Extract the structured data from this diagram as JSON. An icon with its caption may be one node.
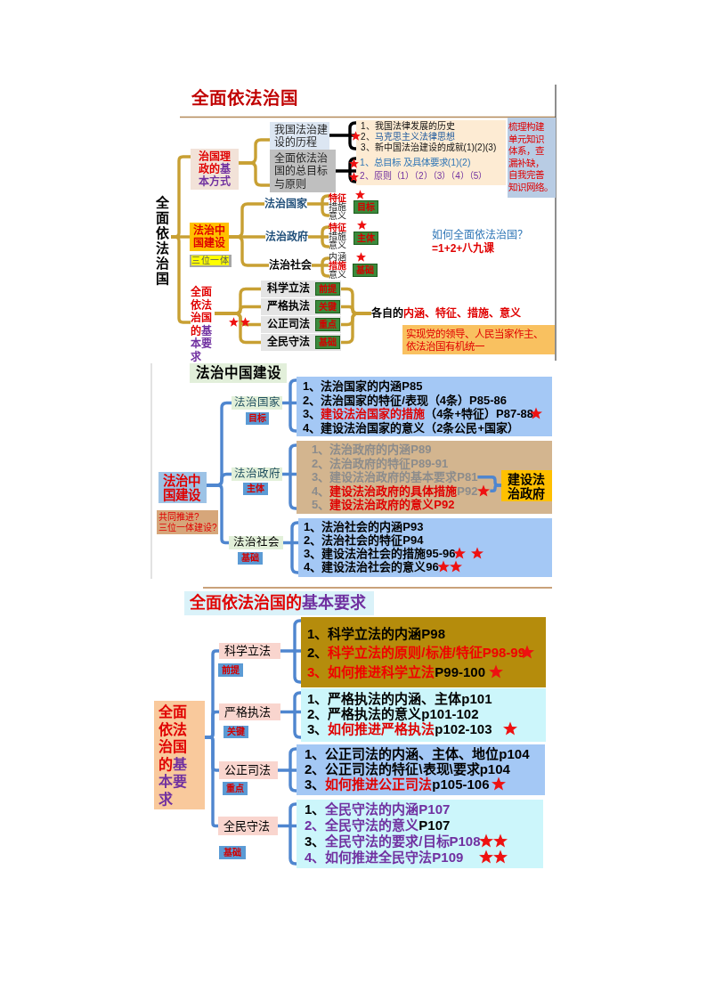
{
  "diagram": {
    "title": "全面依法治国",
    "nodes": [
      {
        "text": [
          "全面依法治国"
        ]
      },
      {
        "text": [
          "治国理政的基本方式"
        ]
      },
      {
        "text": [
          "我国法治建设的历程"
        ]
      },
      {
        "text": [
          "1、我国法律发展的历史",
          "2、马克思主义法律思想",
          "3、新中国法治建设的成就(1)(2)(3)"
        ]
      },
      {
        "text": [
          "全面依法治国的总目标与原则"
        ]
      },
      {
        "text": [
          "1、总目标 及具体要求(1)(2)",
          "2、原则（1）（2）（3）（4）（5）"
        ]
      },
      {
        "text": [
          "梳理构建单元知识体系，查漏补缺，自我完善知识网络。"
        ]
      },
      {
        "text": [
          "法治中国建设"
        ]
      },
      {
        "text": [
          "三位一体"
        ]
      },
      {
        "text": [
          "法治国家"
        ]
      },
      {
        "text": [
          "特征",
          "措施",
          "意义"
        ]
      },
      {
        "text": [
          "目标"
        ]
      },
      {
        "text": [
          "法治政府"
        ]
      },
      {
        "text": [
          "特征",
          "措施",
          "意义"
        ]
      },
      {
        "text": [
          "主体"
        ]
      },
      {
        "text": [
          "法治社会"
        ]
      },
      {
        "text": [
          "内涵",
          "措施",
          "意义"
        ]
      },
      {
        "text": [
          "基础"
        ]
      },
      {
        "text": [
          "全面依法治国的基本要求"
        ]
      },
      {
        "text": [
          "科学立法"
        ]
      },
      {
        "text": [
          "前提"
        ],
        "in": 19
      },
      {
        "text": [
          "严格执法"
        ]
      },
      {
        "text": [
          "关键"
        ],
        "in": 21
      },
      {
        "text": [
          "公正司法"
        ]
      },
      {
        "text": [
          "重点"
        ],
        "in": 23
      },
      {
        "text": [
          "全民守法"
        ]
      },
      {
        "text": [
          "基础"
        ],
        "in": 25
      },
      {
        "text": [
          "各自的内涵、特征、措施、意义"
        ]
      },
      {
        "text": [
          "实现党的领导、人民当家作主、依法治国有机统一"
        ]
      },
      {
        "text": [
          "法治中国建设"
        ]
      },
      {
        "text": [
          "法治中国建设"
        ]
      },
      {
        "text": [
          "共同推进?三位一体建设?"
        ]
      },
      {
        "text": [
          "法治国家"
        ]
      },
      {
        "text": [
          "目标"
        ]
      },
      {
        "text": [
          "1、法治国家的内涵P85",
          "2、法治国家的特征/表现（4条）P85-86",
          "3、建设法治国家的措施（4条+特征）P87-88",
          "4、建设法治国家的意义（2条公民+国家）"
        ]
      },
      {
        "text": [
          "法治政府"
        ]
      },
      {
        "text": [
          "主体"
        ]
      },
      {
        "text": [],
        "shape": "box"
      },
      {
        "text": [
          "1、法治政府的内涵P89"
        ],
        "in": 37
      },
      {
        "text": [
          "2、法治政府的特征P89-91"
        ],
        "in": 37
      },
      {
        "text": [
          "3、建设法治政府的基本要求P81"
        ],
        "in": 37
      },
      {
        "text": [
          "4、建设法治政府的具体措施P92"
        ],
        "in": 37
      },
      {
        "text": [
          "5、建设法治政府的意义P92"
        ],
        "in": 37
      },
      {
        "text": [
          "建设法治政府"
        ],
        "in": 37
      },
      {
        "text": [
          "法治社会"
        ]
      },
      {
        "text": [
          "基础"
        ]
      },
      {
        "text": [
          "1、法治社会的内涵P93",
          "2、法治社会的特征P94",
          "3、建设法治社会的措施95-96",
          "4、建设法治社会的意义96"
        ]
      },
      {
        "text": [
          "全面依法治国的基本要求"
        ]
      },
      {
        "text": [
          "全面依法治国的基本要求"
        ]
      },
      {
        "text": [
          "科学立法"
        ]
      },
      {
        "text": [
          "前提"
        ]
      },
      {
        "text": [
          "1、科学立法的内涵P98",
          "2、科学立法的原则/标准/特征P98-99",
          "3、如何推进科学立法P99-100"
        ]
      },
      {
        "text": [
          "严格执法"
        ]
      },
      {
        "text": [
          "关键"
        ]
      },
      {
        "text": [
          "1、严格执法的内涵、主体p101",
          "2、严格执法的意义p101-102",
          "3、如何推进严格执法p102-103"
        ]
      },
      {
        "text": [
          "公正司法"
        ]
      },
      {
        "text": [
          "重点"
        ]
      },
      {
        "text": [
          "1、公正司法的内涵、主体、地位p104",
          "2、公正司法的特征\\表现\\要求p104",
          "3、如何推进公正司法p105-106"
        ]
      },
      {
        "text": [
          "全民守法"
        ]
      },
      {
        "text": [
          "基础"
        ]
      },
      {
        "text": [
          "1、全民守法的内涵P107",
          "2、全民守法的意义P107",
          "3、全民守法的要求/目标P108",
          "4、如何推进全民守法P109"
        ]
      }
    ],
    "edges": [
      {
        "from": 0,
        "to": 1,
        "arrow": "none"
      },
      {
        "from": 0,
        "to": 7,
        "arrow": "none"
      },
      {
        "from": 0,
        "to": 18,
        "arrow": "none"
      },
      {
        "from": 1,
        "to": 2,
        "arrow": "none"
      },
      {
        "from": 1,
        "to": 4,
        "arrow": "none"
      },
      {
        "from": 2,
        "to": 3,
        "arrow": "none",
        "color": "#000000"
      },
      {
        "from": 4,
        "to": 5,
        "arrow": "none",
        "color": "#000000"
      },
      {
        "from": 7,
        "to": 9,
        "arrow": "none"
      },
      {
        "from": 7,
        "to": 12,
        "arrow": "none"
      },
      {
        "from": 7,
        "to": 15,
        "arrow": "none"
      },
      {
        "from": 9,
        "to": 10,
        "arrow": "none"
      },
      {
        "from": 12,
        "to": 13,
        "arrow": "none"
      },
      {
        "from": 15,
        "to": 16,
        "arrow": "none"
      },
      {
        "from": 18,
        "to": 19,
        "arrow": "none"
      },
      {
        "from": 18,
        "to": 21,
        "arrow": "none"
      },
      {
        "from": 18,
        "to": 23,
        "arrow": "none"
      },
      {
        "from": 18,
        "to": 25,
        "arrow": "none"
      },
      {
        "from": 19,
        "to": 27,
        "arrow": "none"
      },
      {
        "from": 21,
        "to": 27,
        "arrow": "none"
      },
      {
        "from": 23,
        "to": 27,
        "arrow": "none"
      },
      {
        "from": 25,
        "to": 27,
        "arrow": "none"
      },
      {
        "from": 30,
        "to": 32,
        "arrow": "none",
        "color": "#4f86cf"
      },
      {
        "from": 30,
        "to": 35,
        "arrow": "none",
        "color": "#4f86cf"
      },
      {
        "from": 30,
        "to": 44,
        "arrow": "none",
        "color": "#4f86cf"
      },
      {
        "from": 32,
        "to": 34,
        "arrow": "none",
        "color": "#4f86cf"
      },
      {
        "from": 35,
        "to": 37,
        "arrow": "none",
        "color": "#4f86cf"
      },
      {
        "from": 44,
        "to": 46,
        "arrow": "none",
        "color": "#4f86cf"
      },
      {
        "from": 40,
        "to": 43,
        "arrow": "none",
        "color": "#4f86cf"
      },
      {
        "from": 41,
        "to": 43,
        "arrow": "none",
        "color": "#4f86cf"
      },
      {
        "from": 48,
        "to": 49,
        "arrow": "none",
        "color": "#4f86cf"
      },
      {
        "from": 48,
        "to": 52,
        "arrow": "none",
        "color": "#4f86cf"
      },
      {
        "from": 48,
        "to": 55,
        "arrow": "none",
        "color": "#4f86cf"
      },
      {
        "from": 48,
        "to": 58,
        "arrow": "none",
        "color": "#4f86cf"
      },
      {
        "from": 49,
        "to": 51,
        "arrow": "none",
        "color": "#4f86cf"
      },
      {
        "from": 52,
        "to": 54,
        "arrow": "none",
        "color": "#4f86cf"
      },
      {
        "from": 55,
        "to": 57,
        "arrow": "none",
        "color": "#4f86cf"
      },
      {
        "from": 58,
        "to": 60,
        "arrow": "none",
        "color": "#4f86cf"
      }
    ],
    "labels": [
      "如何全面依法治国？",
      "=1+2+八九课"
    ]
  }
}
